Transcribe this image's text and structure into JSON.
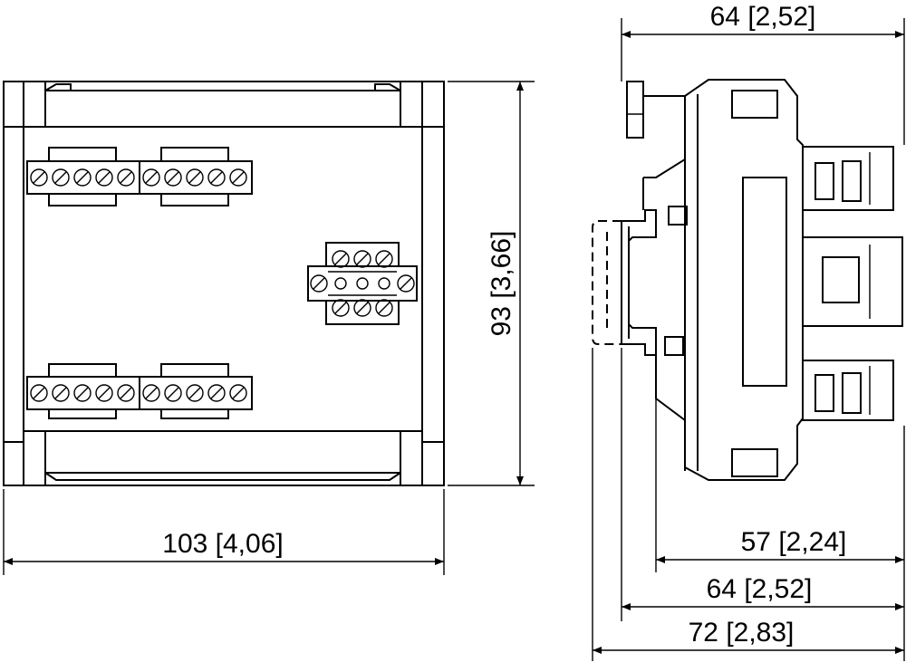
{
  "dimensions": {
    "front_width": "103 [4,06]",
    "front_height": "93 [3,66]",
    "side_top_width": "64 [2,52]",
    "side_body_depth": "57 [2,24]",
    "side_rail_depth": "64 [2,52]",
    "side_total_depth": "72 [2,83]"
  },
  "colors": {
    "line": "#000000",
    "background": "#ffffff"
  }
}
